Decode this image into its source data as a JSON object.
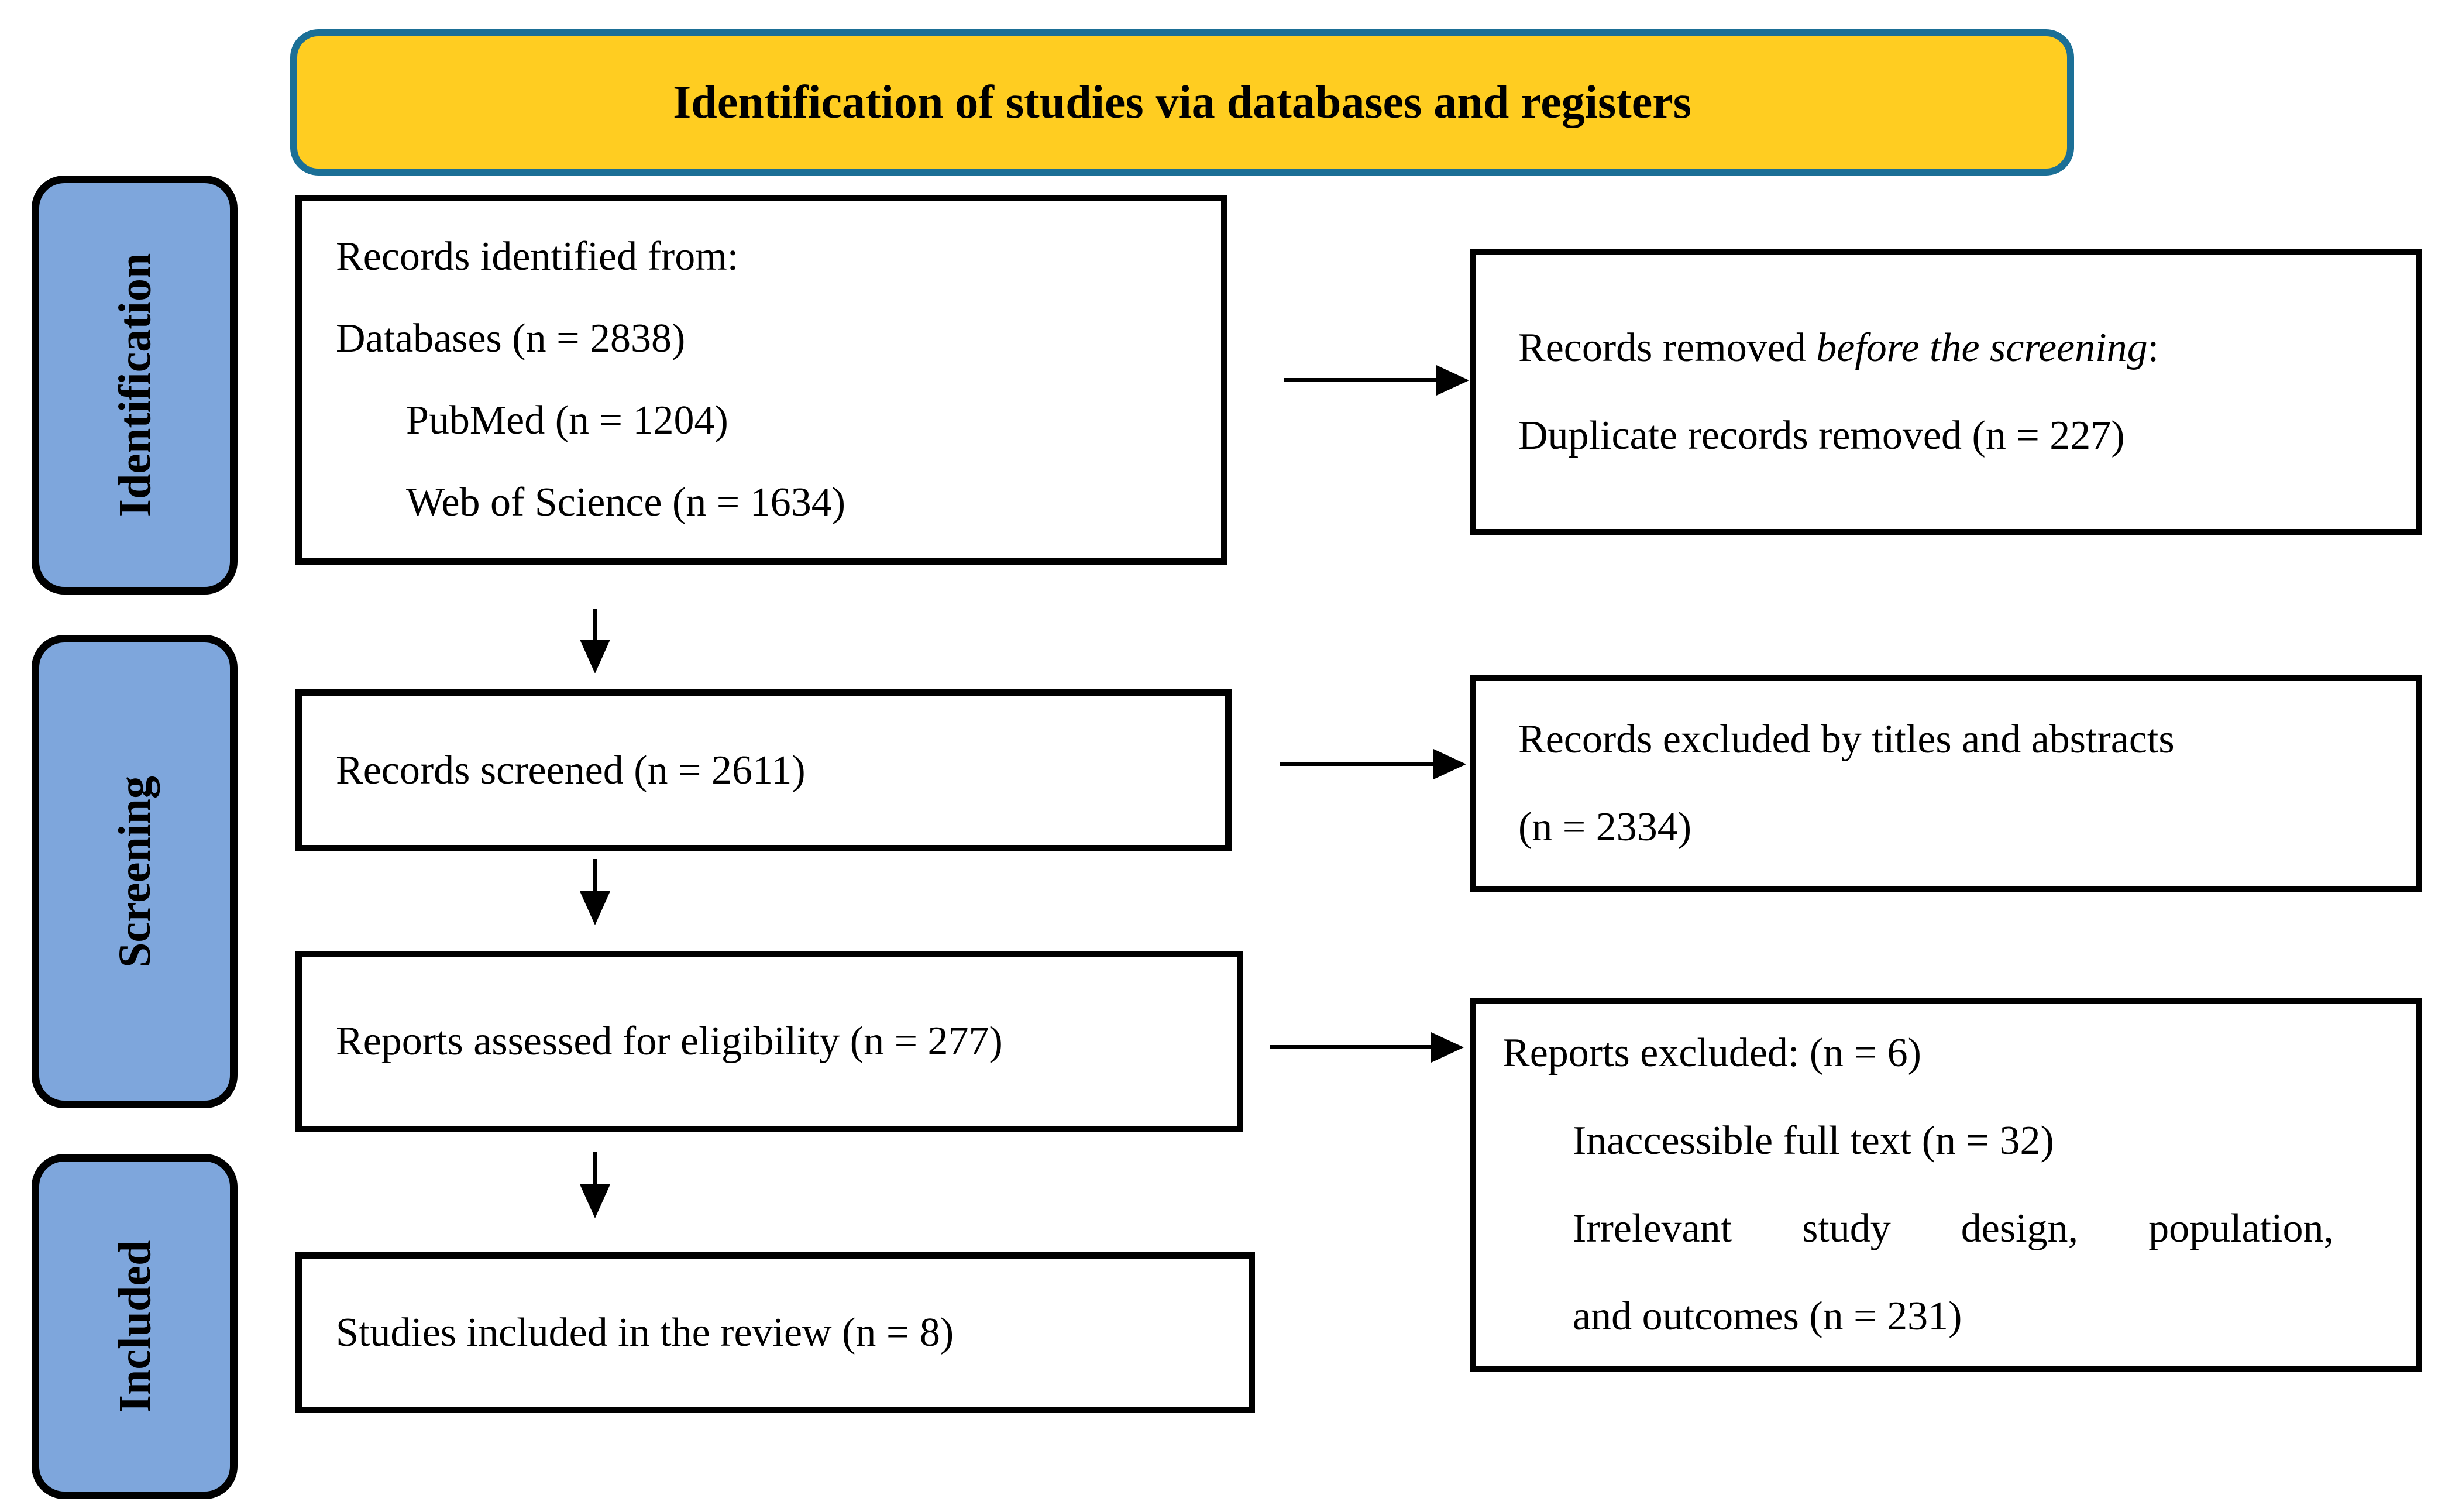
{
  "banner": {
    "title": "Identification of studies via databases and registers"
  },
  "sidebar": {
    "identification": "Identification",
    "screening": "Screening",
    "included": "Included"
  },
  "boxes": {
    "identified": {
      "line1": "Records identified from:",
      "line2": "Databases (n = 2838)",
      "line3": "PubMed (n = 1204)",
      "line4": "Web of Science (n = 1634)"
    },
    "removed": {
      "prefix": "Records removed ",
      "emphasis": "before the screening",
      "suffix": ":",
      "line2": "Duplicate records removed (n = 227)"
    },
    "screened": {
      "line1": "Records screened (n = 2611)"
    },
    "excluded_titles": {
      "line1": "Records excluded by titles and abstracts",
      "line2": "(n = 2334)"
    },
    "assessed": {
      "line1": "Reports assessed for eligibility (n = 277)"
    },
    "reports_excluded": {
      "line1": "Reports excluded: (n = 6)",
      "line2": "Inaccessible full text (n = 32)",
      "line3": "Irrelevant study design, population,",
      "line4": "and outcomes (n = 231)"
    },
    "included_studies": {
      "line1": "Studies included in the review (n = 8)"
    }
  },
  "colors": {
    "banner_fill": "#FFCD21",
    "banner_border": "#1B6F96",
    "sidebar_fill": "#7EA6DC",
    "box_border": "#000000",
    "arrow": "#000000"
  }
}
